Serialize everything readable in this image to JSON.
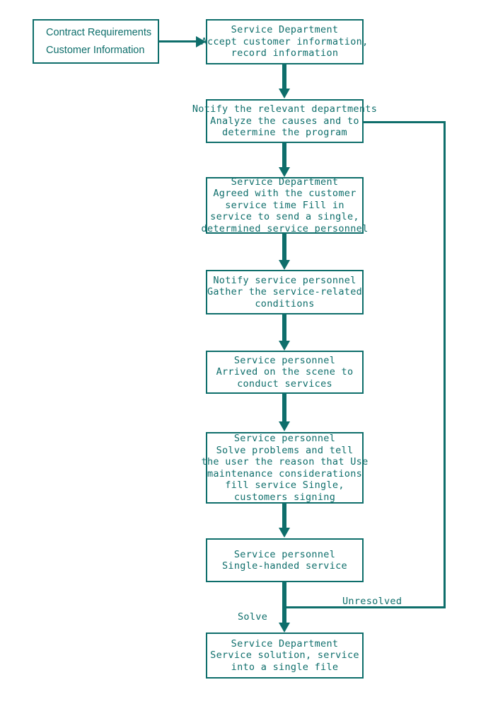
{
  "diagram": {
    "title": "Service Process Flowchart",
    "accent_color": "#0e6e6b",
    "background_color": "#ffffff"
  },
  "nodes": {
    "input": {
      "lines": [
        "Contract Requirements",
        "Customer Information"
      ]
    },
    "accept": {
      "lines": [
        "Service Department",
        "Accept customer information,",
        "record information"
      ]
    },
    "notify_departments": {
      "lines": [
        "Notify the relevant departments",
        "Analyze the causes and to",
        "determine the program"
      ]
    },
    "agree_time": {
      "lines": [
        "Service Department",
        "Agreed with the customer",
        "service time Fill in",
        "service to send a single,",
        "determined service personnel"
      ]
    },
    "notify_personnel": {
      "lines": [
        "Notify service personnel",
        "Gather the service-related",
        "conditions"
      ]
    },
    "arrive_scene": {
      "lines": [
        "Service personnel",
        "Arrived on the scene to",
        "conduct services"
      ]
    },
    "solve_problems": {
      "lines": [
        "Service personnel",
        "Solve problems and tell",
        "the user the reason that Use",
        "maintenance considerations",
        "fill service Single,",
        "customers signing"
      ]
    },
    "single_handed": {
      "lines": [
        "Service personnel",
        "Single-handed service"
      ]
    },
    "archive": {
      "lines": [
        "Service Department",
        "Service solution, service",
        "into a single file"
      ]
    }
  },
  "edge_labels": {
    "solve": "Solve",
    "unresolved": "Unresolved"
  }
}
